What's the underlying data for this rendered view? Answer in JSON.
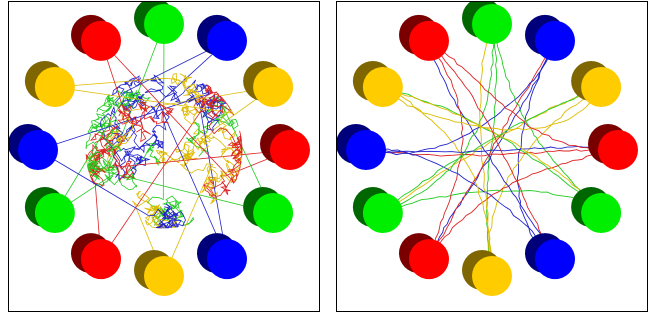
{
  "colors": {
    "red": "#ff0000",
    "red_dark": "#7a0000",
    "green": "#00ee00",
    "green_dark": "#006600",
    "blue": "#0000ff",
    "blue_dark": "#00007a",
    "yellow": "#ffcc00",
    "yellow_dark": "#806600",
    "edge_red": "#dd2222",
    "edge_green": "#22cc22",
    "edge_blue": "#2222cc",
    "edge_yellow": "#ddbb00"
  },
  "panels": [
    {
      "name": "left",
      "nodes": [
        {
          "id": "n1",
          "color": "green"
        },
        {
          "id": "n2",
          "color": "blue"
        },
        {
          "id": "n3",
          "color": "yellow"
        },
        {
          "id": "n4",
          "color": "red"
        },
        {
          "id": "n5",
          "color": "green"
        },
        {
          "id": "n6",
          "color": "blue"
        },
        {
          "id": "n7",
          "color": "yellow"
        },
        {
          "id": "n8",
          "color": "red"
        },
        {
          "id": "n9",
          "color": "green"
        },
        {
          "id": "n10",
          "color": "blue"
        },
        {
          "id": "n11",
          "color": "yellow"
        },
        {
          "id": "n12",
          "color": "red"
        }
      ]
    },
    {
      "name": "right",
      "nodes": [
        {
          "id": "n1",
          "color": "green"
        },
        {
          "id": "n2",
          "color": "blue"
        },
        {
          "id": "n3",
          "color": "yellow"
        },
        {
          "id": "n4",
          "color": "red"
        },
        {
          "id": "n5",
          "color": "green"
        },
        {
          "id": "n6",
          "color": "blue"
        },
        {
          "id": "n7",
          "color": "yellow"
        },
        {
          "id": "n8",
          "color": "red"
        },
        {
          "id": "n9",
          "color": "green"
        },
        {
          "id": "n10",
          "color": "blue"
        },
        {
          "id": "n11",
          "color": "yellow"
        },
        {
          "id": "n12",
          "color": "red"
        }
      ]
    }
  ]
}
